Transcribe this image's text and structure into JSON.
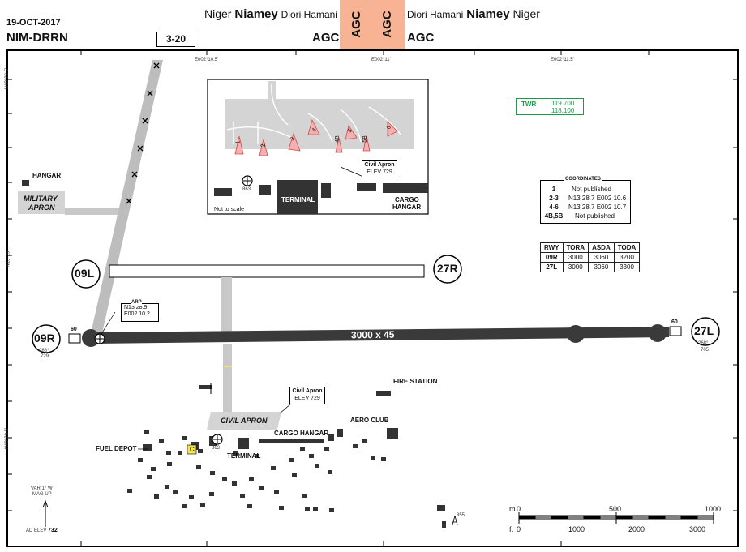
{
  "header": {
    "date": "19-OCT-2017",
    "code": "NIM-DRRN",
    "page": "3-20",
    "left_title_country": "Niger",
    "left_title_city": "Niamey",
    "left_title_airport": "Diori Hamani",
    "right_title_airport": "Diori Hamani",
    "right_title_city": "Niamey",
    "right_title_country": "Niger",
    "agc_left": "AGC",
    "agc_right": "AGC",
    "agc_tab_1": "AGC",
    "agc_tab_2": "AGC",
    "tab_color": "#f7b394"
  },
  "grid": {
    "top_labels": [
      "E002°10.5'",
      "E002°11'",
      "E002°11.5'"
    ],
    "left_labels": [
      "N13°29.5'",
      "N13°29'",
      "N13°28.5'"
    ]
  },
  "frequency": {
    "label": "TWR",
    "values": [
      "119.700",
      "118.100"
    ],
    "color": "#1a9a4a"
  },
  "coordinates": {
    "title": "COORDINATES",
    "rows": [
      {
        "id": "1",
        "value": "Not published"
      },
      {
        "id": "2-3",
        "value": "N13 28.7  E002 10.6"
      },
      {
        "id": "4-6",
        "value": "N13 28.7  E002 10.7"
      },
      {
        "id": "4B,5B",
        "value": "Not published"
      }
    ]
  },
  "runway_table": {
    "headers": [
      "RWY",
      "TORA",
      "ASDA",
      "TODA"
    ],
    "rows": [
      [
        "09R",
        "3000",
        "3060",
        "3200"
      ],
      [
        "27L",
        "3000",
        "3060",
        "3300"
      ]
    ]
  },
  "runways": {
    "main_label": "3000 x 45",
    "09R": "09R",
    "27L": "27L",
    "09L": "09L",
    "27R": "27R",
    "hdg_09R": "088°",
    "elev_09R": "729",
    "hdg_27L": "268°",
    "elev_27L": "705",
    "sw_left": "60",
    "sw_right": "60"
  },
  "arp": {
    "title": "ARP",
    "lat": "N13 28.9",
    "lon": "E002 10.2"
  },
  "labels": {
    "hangar": "HANGAR",
    "military_apron_1": "MILITARY",
    "military_apron_2": "APRON",
    "civil_apron": "CIVIL APRON",
    "civil_apron_box_1": "Civil Apron",
    "civil_apron_box_2": "ELEV 729",
    "fire_station": "FIRE STATION",
    "aero_club": "AERO CLUB",
    "cargo_hangar": "CARGO HANGAR",
    "fuel_depot": "FUEL DEPOT",
    "terminal": "TERMINAL",
    "tower_elev": "863",
    "obstacle_elev": "855",
    "hotspot": "C",
    "var_1": "VAR 1° W",
    "var_2": "MAG UP",
    "ad_elev_label": "AD ELEV",
    "ad_elev": "732"
  },
  "inset": {
    "stands": [
      "1",
      "2",
      "3",
      "4",
      "4B",
      "5",
      "5B",
      "6"
    ],
    "civil_apron_1": "Civil Apron",
    "civil_apron_2": "ELEV 729",
    "terminal": "TERMINAL",
    "cargo_1": "CARGO",
    "cargo_2": "HANGAR",
    "tower_elev": "863",
    "not_to_scale": "Not to scale"
  },
  "scale": {
    "m_unit": "m",
    "m_ticks": [
      "0",
      "500",
      "1000"
    ],
    "ft_unit": "ft",
    "ft_ticks": [
      "0",
      "1000",
      "2000",
      "3000"
    ]
  }
}
